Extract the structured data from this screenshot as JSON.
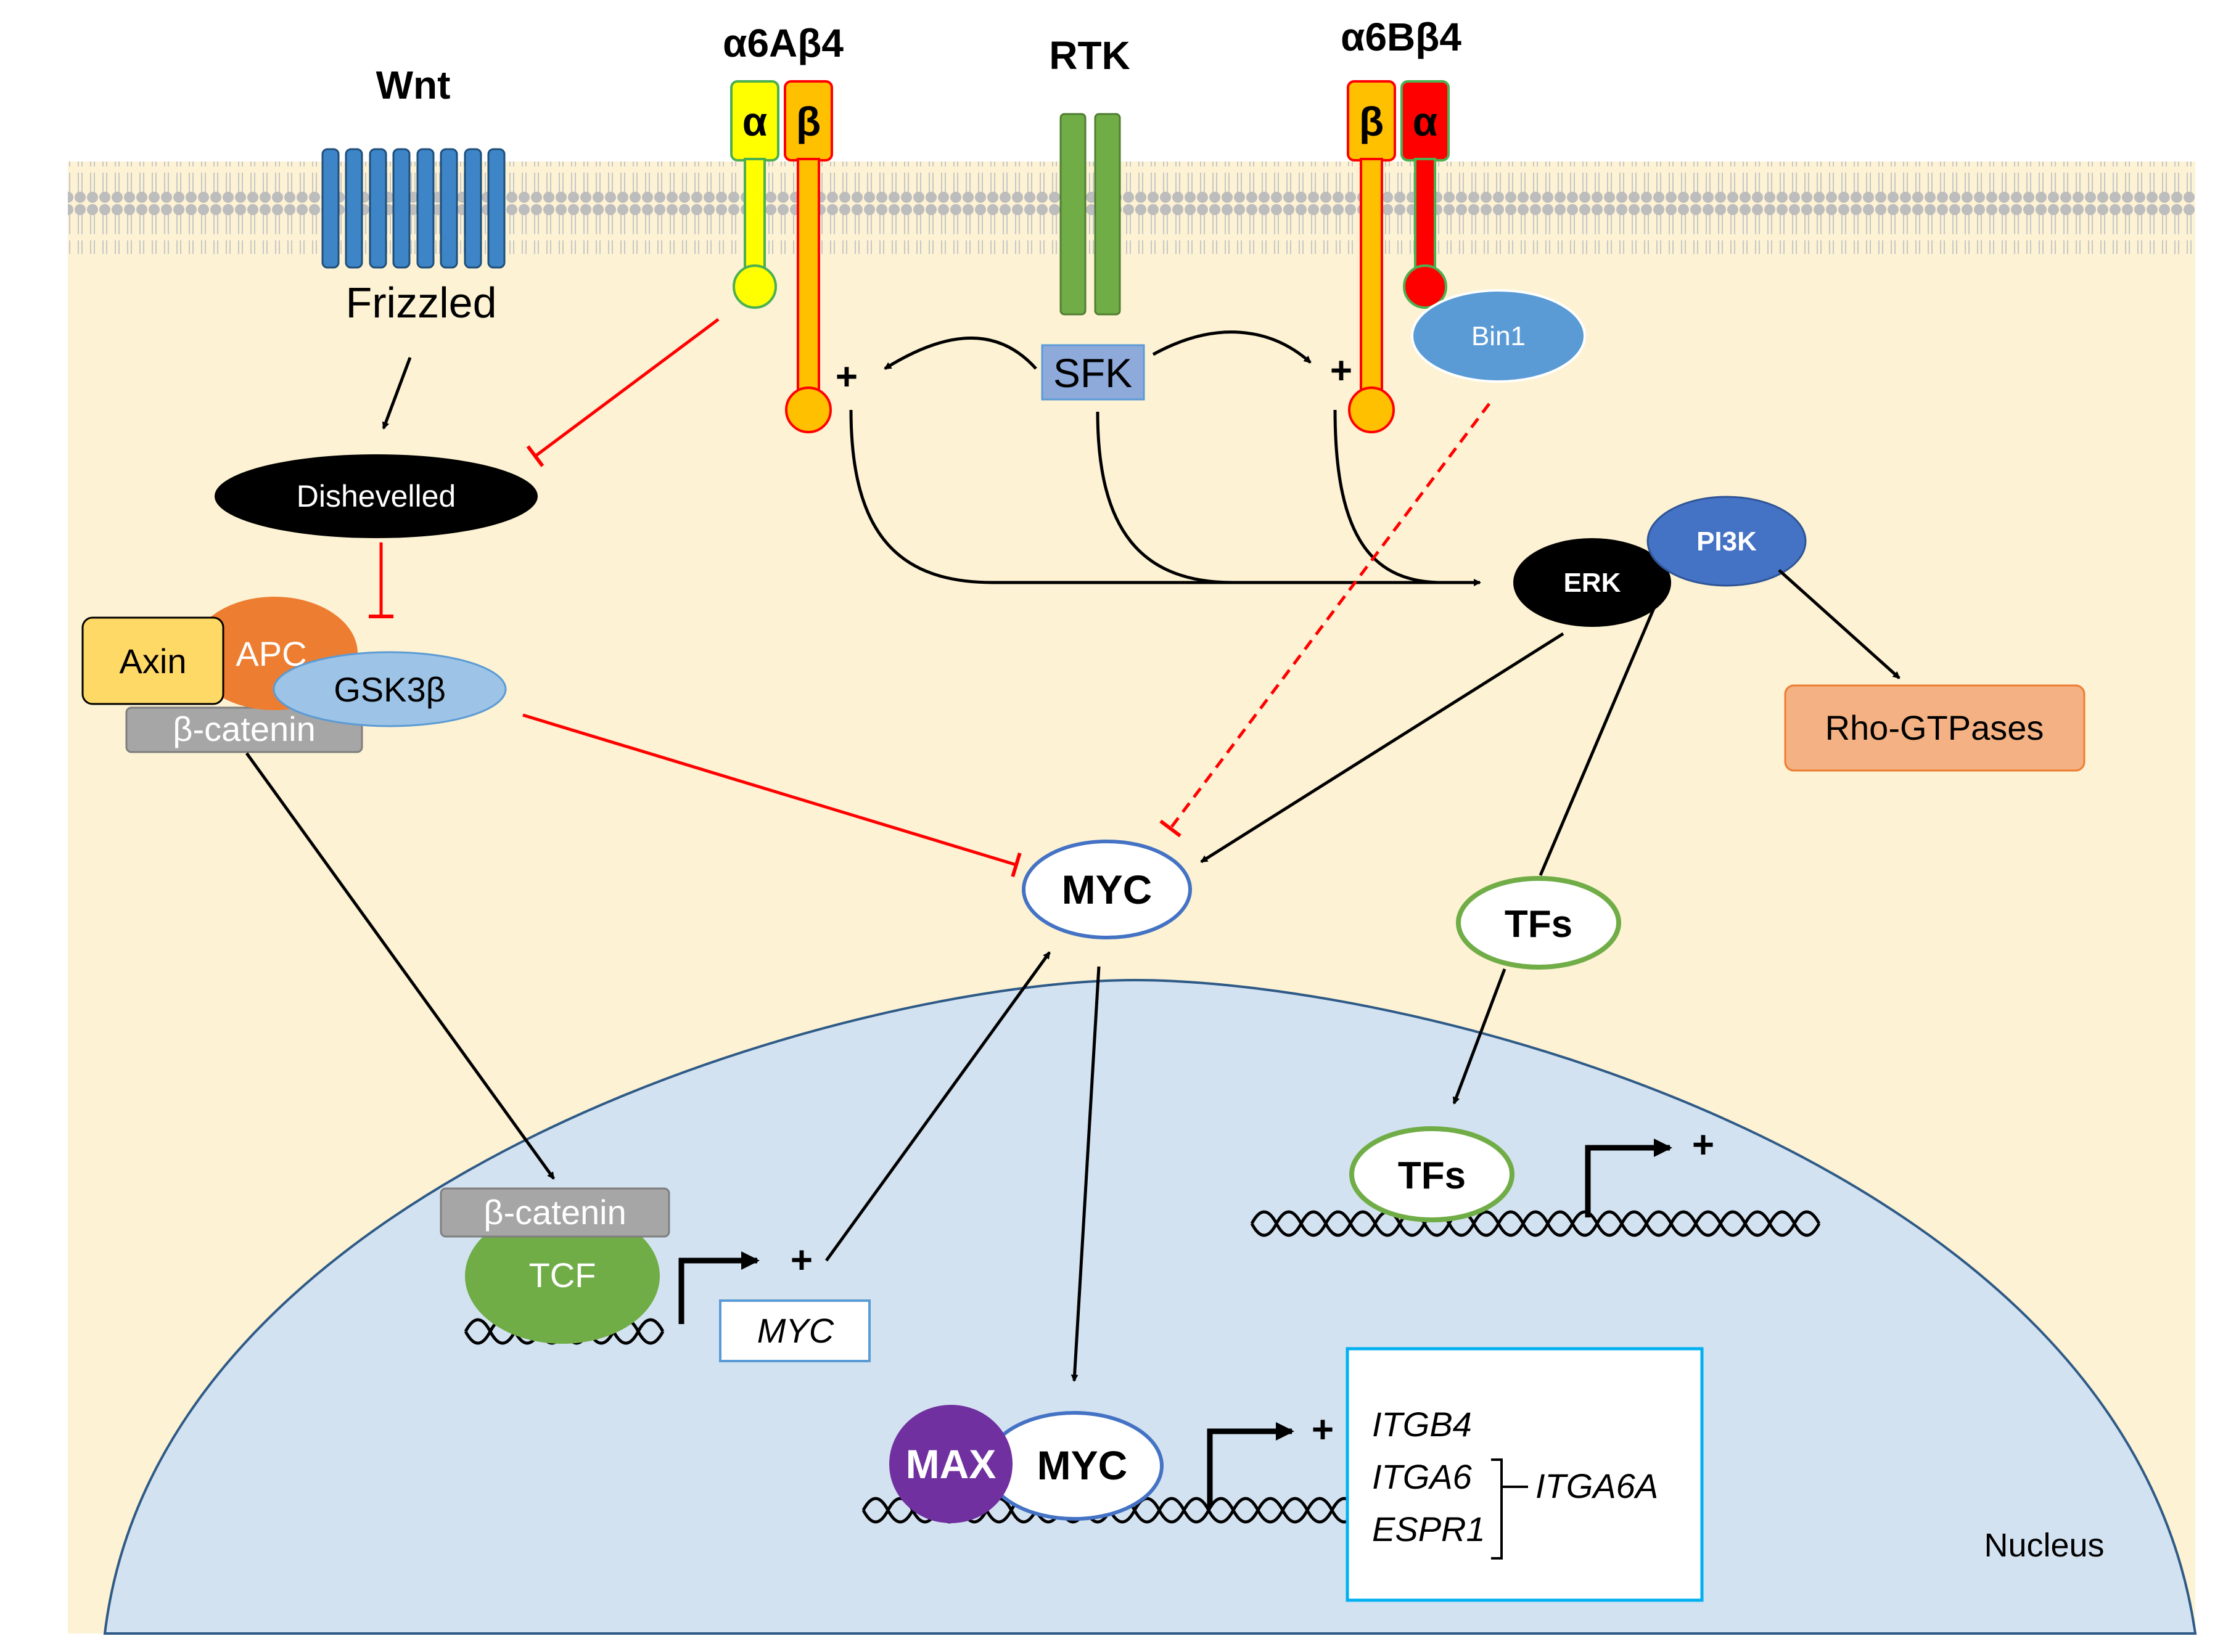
{
  "labels": {
    "wnt": "Wnt",
    "frizzled": "Frizzled",
    "a6a_b4": "α6Aβ4",
    "rtk": "RTK",
    "a6b_b4": "α6Bβ4",
    "alpha": "α",
    "beta": "β",
    "sfk": "SFK",
    "bin1": "Bin1",
    "dishevelled": "Dishevelled",
    "axin": "Axin",
    "apc": "APC",
    "gsk3b": "GSK3β",
    "beta_catenin": "β-catenin",
    "erk": "ERK",
    "pi3k": "PI3K",
    "rho_gtpases": "Rho-GTPases",
    "myc": "MYC",
    "tfs": "TFs",
    "tcf": "TCF",
    "myc_gene": "MYC",
    "max": "MAX",
    "plus": "+",
    "itgb4": "ITGB4",
    "itga6": "ITGA6",
    "espr1": "ESPR1",
    "itga6a": "ITGA6A",
    "nucleus": "Nucleus"
  },
  "colors": {
    "cytoplasm": "#fdf2d3",
    "membrane_head": "#b4b4b4",
    "nucleus": "#d3e2f1",
    "nucleus_edge": "#2e5a87",
    "frizzled": "#3d85c6",
    "rtk": "#70ad47",
    "alpha_a": "#ffff00",
    "beta": "#ffc000",
    "alpha_b": "#ff0000",
    "inhibit": "#ff0000",
    "sfk": "#8eaadb",
    "bin1": "#5b9bd5",
    "erk": "#000000",
    "pi3k": "#4472c4",
    "rho": "#f4b183",
    "axin": "#ffd966",
    "apc": "#ed7d31",
    "gsk3b": "#9dc3e6",
    "catenin": "#a6a6a6",
    "tcf": "#70ad47",
    "max": "#7030a0",
    "tf_ring": "#70ad47",
    "myc_ring": "#4472c4",
    "gene_box": "#00b0f0"
  }
}
